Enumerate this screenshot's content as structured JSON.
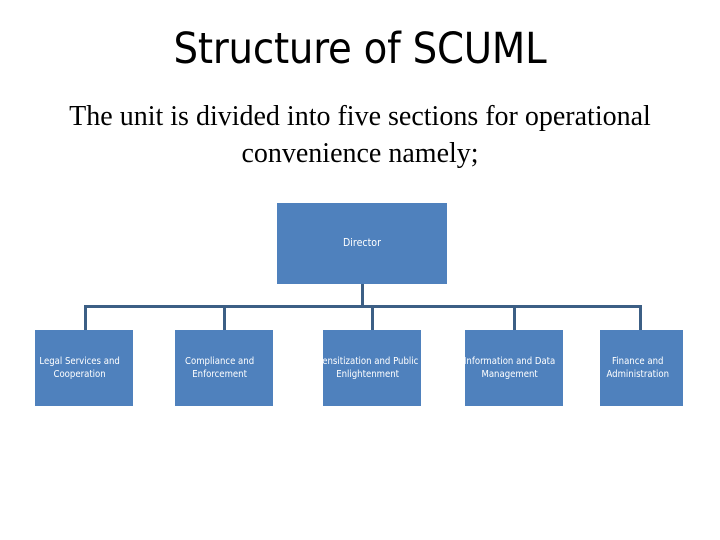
{
  "slide": {
    "title": "Structure of SCUML",
    "subtitle": "The unit is divided into five sections for operational convenience namely;",
    "background_color": "#FFFFFF",
    "text_color": "#000000"
  },
  "orgchart": {
    "node_fill_color": "#4F81BD",
    "node_text_color": "#FFFFFF",
    "connector_color": "#3C5F85",
    "root": {
      "label": "Director"
    },
    "children": [
      {
        "label": "Legal Services and Cooperation"
      },
      {
        "label": "Compliance and Enforcement"
      },
      {
        "label": "Sensitization and Public Enlightenment"
      },
      {
        "label": "Information and Data Management"
      },
      {
        "label": "Finance and Administration"
      }
    ]
  }
}
